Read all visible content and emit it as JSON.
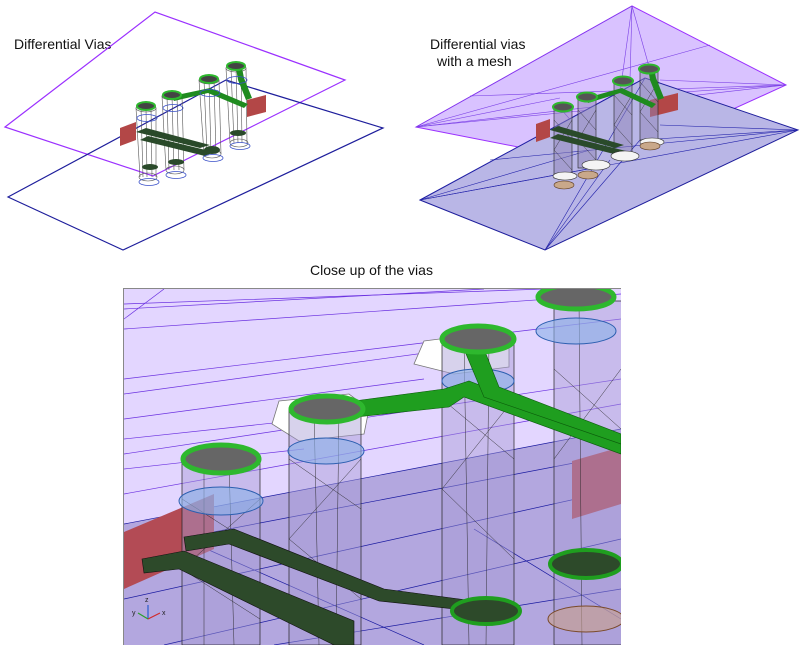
{
  "labels": {
    "top_left": "Differential Vias",
    "top_right_line1": "Differential vias",
    "top_right_line2": "with a mesh",
    "bottom": "Close up of the vias"
  },
  "axis_triad": {
    "x": "x",
    "y": "y",
    "z": "z"
  },
  "colors": {
    "top_plane_outline": "#9b30ff",
    "bottom_plane_outline": "#1e1e9c",
    "mesh_top_fill": "#d9c2ff",
    "mesh_bottom_fill": "#b9b6e6",
    "trace_green": "#1f8b1f",
    "pad_green": "#2eb82e",
    "pad_gray": "#666666",
    "port_red": "#b34747",
    "via_wire": "#444466"
  }
}
